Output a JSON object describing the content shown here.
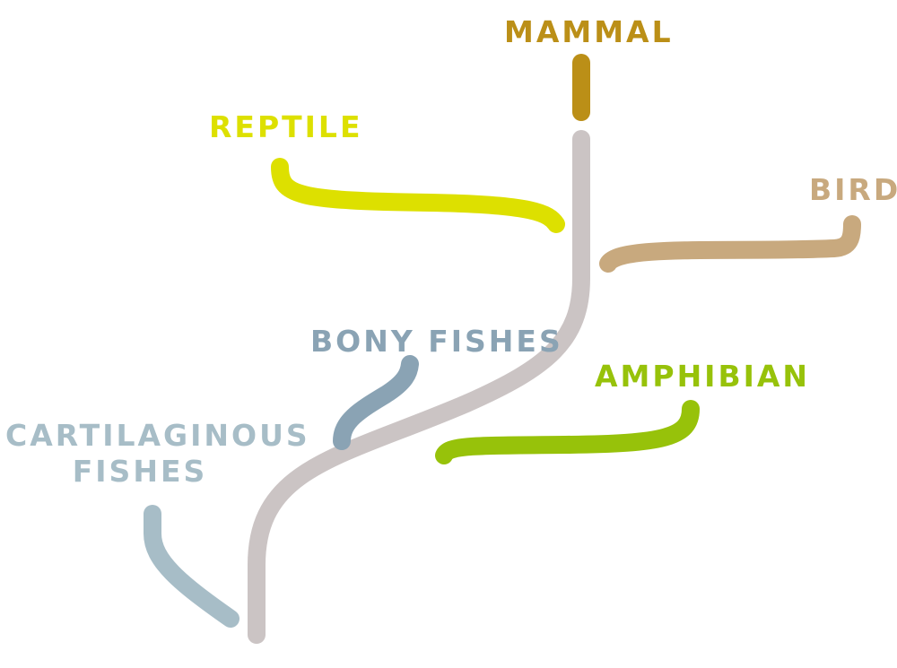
{
  "diagram": {
    "title": "",
    "trunk": {
      "color": "#cbc4c4"
    },
    "branches": [
      {
        "key": "mammal",
        "label": "MAMMAL",
        "color": "#bb8f17"
      },
      {
        "key": "bird",
        "label": "BIRD",
        "color": "#c8a97e"
      },
      {
        "key": "reptile",
        "label": "REPTILE",
        "color": "#dde000"
      },
      {
        "key": "amphibian",
        "label": "AMPHIBIAN",
        "color": "#97c20a"
      },
      {
        "key": "bony",
        "label": "BONY FISHES",
        "color": "#8aa3b4"
      },
      {
        "key": "cartilaginous",
        "label_line1": "CARTILAGINOUS",
        "label_line2": "FISHES",
        "color": "#a7bdc7"
      }
    ]
  }
}
